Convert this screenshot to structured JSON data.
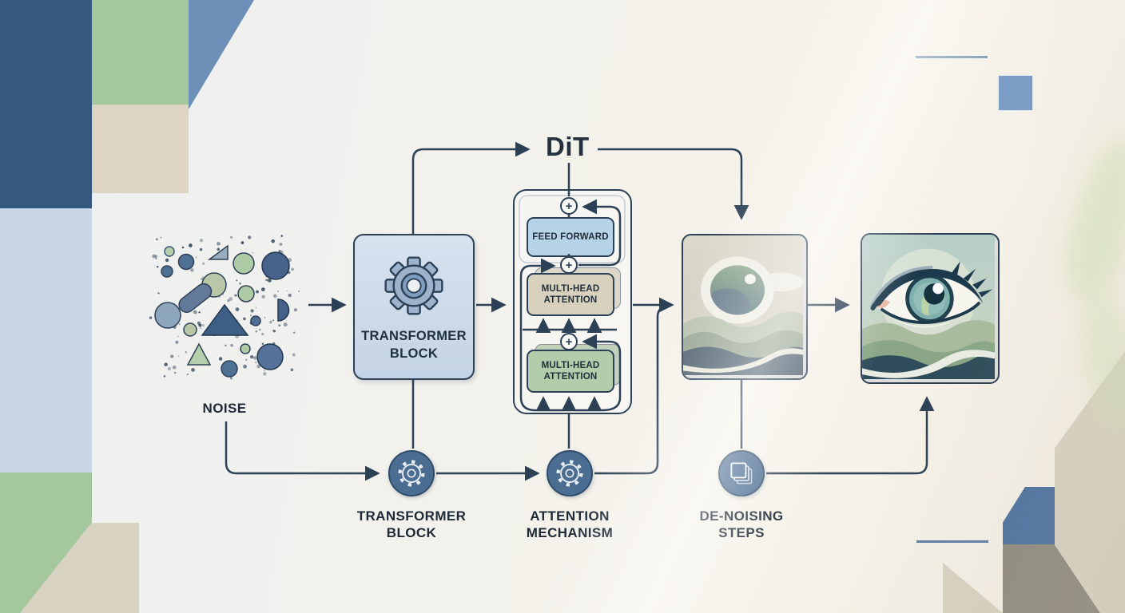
{
  "title": {
    "text": "DiT"
  },
  "flow": {
    "noise_label": "NOISE",
    "transformer_block_label": "TRANSFORMER BLOCK",
    "dit_block": {
      "feed_forward_label": "FEED FORWARD",
      "multi_head_attention_top_label": "MULTI-HEAD ATTENTION",
      "multi_head_attention_bottom_label": "MULTI-HEAD ATTENTION",
      "residual_plus_symbol": "+"
    }
  },
  "legend": [
    {
      "label": "TRANSFORMER BLOCK",
      "icon": "gear-icon"
    },
    {
      "label": "ATTENTION MECHANISM",
      "icon": "gear-icon"
    },
    {
      "label": "DE-NOISING STEPS",
      "icon": "layers-icon"
    }
  ],
  "images": {
    "noise_thumbnail": "noise-shapes-illustration",
    "intermediate_thumbnail": "denoising-landscape-illustration",
    "final_thumbnail": "eye-illustration"
  },
  "colors": {
    "line": "#2d4156",
    "transformer_box_fill": "#cdd9e8",
    "feed_forward_fill": "#b7d3e7",
    "attention_tan_fill": "#d8d1bd",
    "attention_green_fill": "#b2cda9",
    "legend_circle_fill": "#4b6d92"
  }
}
